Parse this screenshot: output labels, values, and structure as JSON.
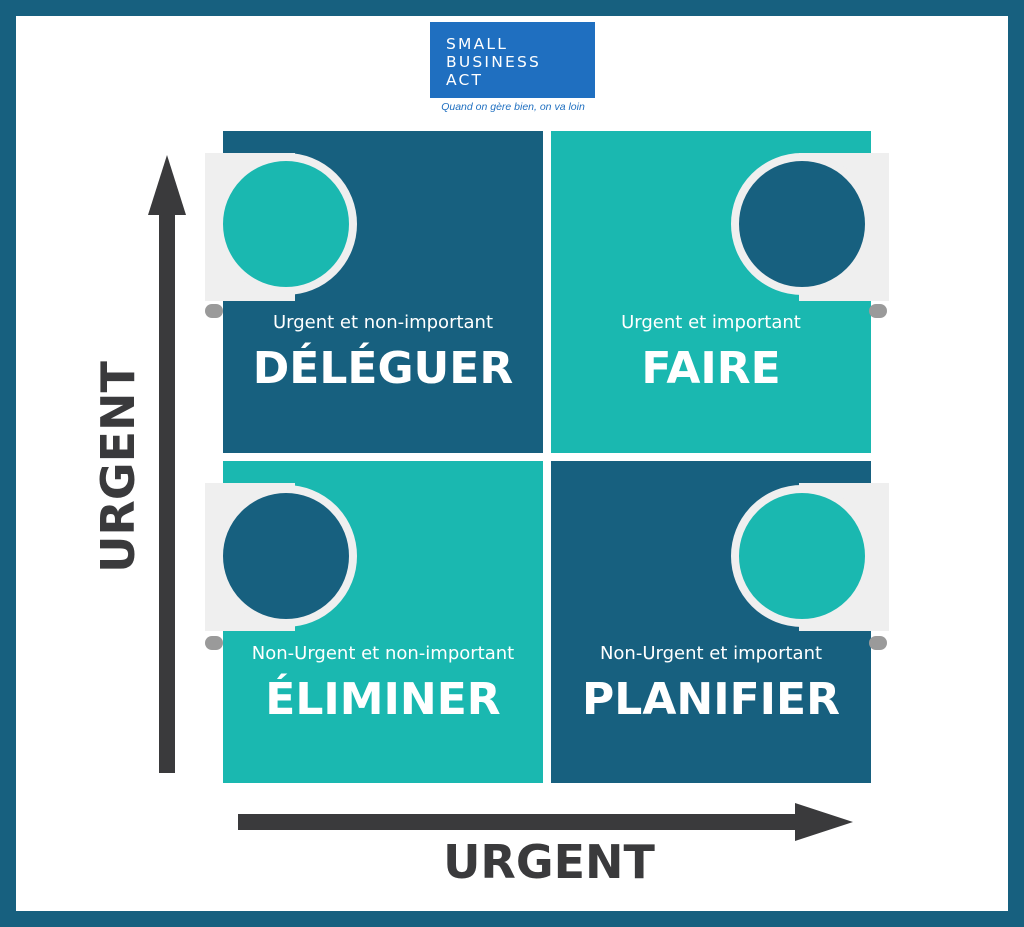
{
  "colors": {
    "border": "#17607f",
    "dark": "#17607f",
    "teal": "#1ab8b0",
    "logo_blue": "#1f6fc0",
    "arrow": "#3a3a3c"
  },
  "logo": {
    "lines": [
      "SMALL",
      "BUSINESS",
      "ACT"
    ],
    "tagline": "Quand on gère bien, on va loin"
  },
  "axes": {
    "vertical_label": "URGENT",
    "horizontal_label": "URGENT"
  },
  "quadrants": [
    {
      "subtitle": "Urgent et non-important",
      "title": "DÉLÉGUER"
    },
    {
      "subtitle": "Urgent et important",
      "title": "FAIRE"
    },
    {
      "subtitle": "Non-Urgent et non-important",
      "title": "ÉLIMINER"
    },
    {
      "subtitle": "Non-Urgent et important",
      "title": "PLANIFIER"
    }
  ]
}
